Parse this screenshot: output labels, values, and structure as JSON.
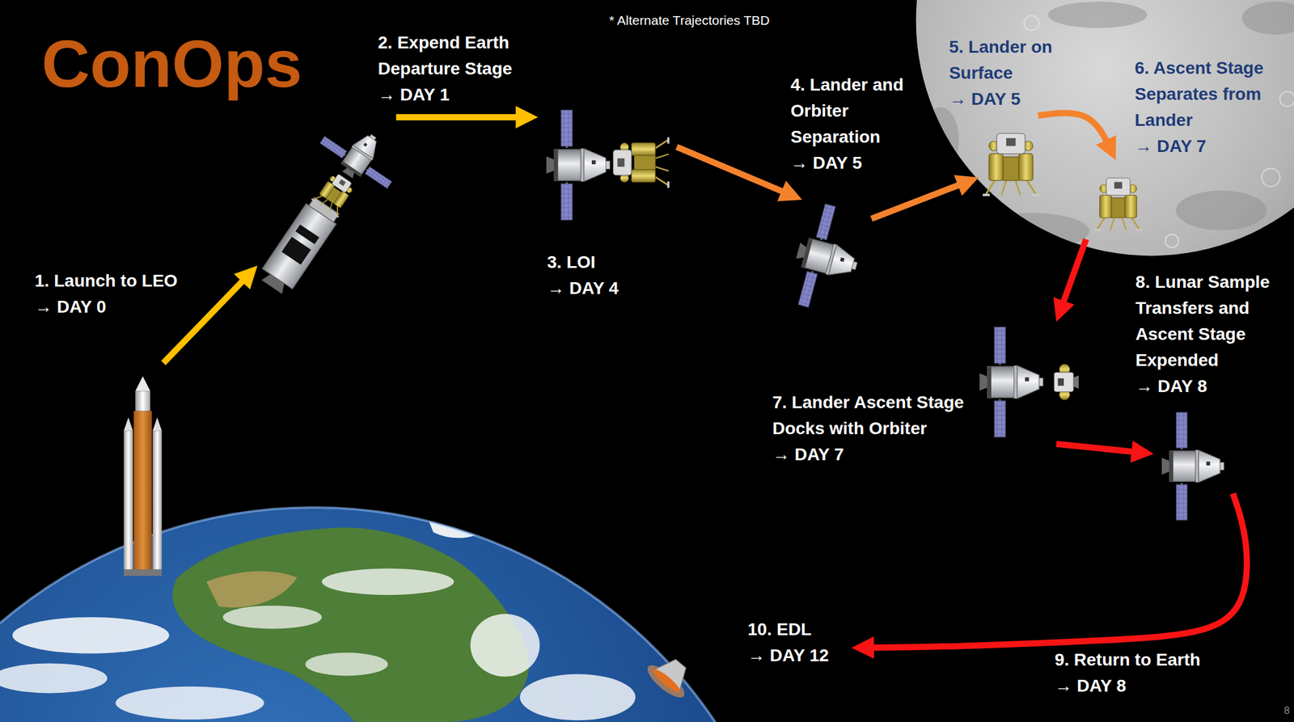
{
  "diagram": {
    "title": "ConOps",
    "nodes": [
      {
        "text": [
          "1. Launch to LEO",
          "→ DAY 0"
        ]
      },
      {
        "text": [
          "2. Expend Earth Departure Stage",
          "→ DAY 1"
        ]
      },
      {
        "text": [
          "3. LOI",
          "→ DAY 4"
        ]
      },
      {
        "text": [
          "4. Lander and Orbiter Separation",
          "→ DAY 5"
        ]
      },
      {
        "text": [
          "5. Lander on Surface",
          "→ DAY 5"
        ]
      },
      {
        "text": [
          "6. Ascent Stage Separates from Lander",
          "→ DAY 7"
        ]
      },
      {
        "text": [
          "7. Lander Ascent Stage Docks with Orbiter",
          "→ DAY 7"
        ]
      },
      {
        "text": [
          "8. Lunar Sample Transfers and Ascent Stage Expended",
          "→ DAY 8"
        ]
      },
      {
        "text": [
          "10. EDL",
          "→ DAY 12"
        ]
      }
    ],
    "edges": [
      {
        "from": 0,
        "to": 1,
        "arrow": "to"
      },
      {
        "from": 1,
        "to": 2,
        "arrow": "to"
      },
      {
        "from": 2,
        "to": 3,
        "arrow": "to"
      },
      {
        "from": 3,
        "to": 4,
        "arrow": "to"
      },
      {
        "from": 4,
        "to": 5,
        "arrow": "to"
      },
      {
        "from": 5,
        "to": 6,
        "arrow": "to"
      },
      {
        "from": 6,
        "to": 7,
        "arrow": "to"
      },
      {
        "from": 7,
        "to": 8,
        "label": "9. Return to Earth → DAY 8",
        "arrow": "to"
      }
    ],
    "labels": [
      "* Alternate Trajectories TBD",
      "8"
    ]
  }
}
